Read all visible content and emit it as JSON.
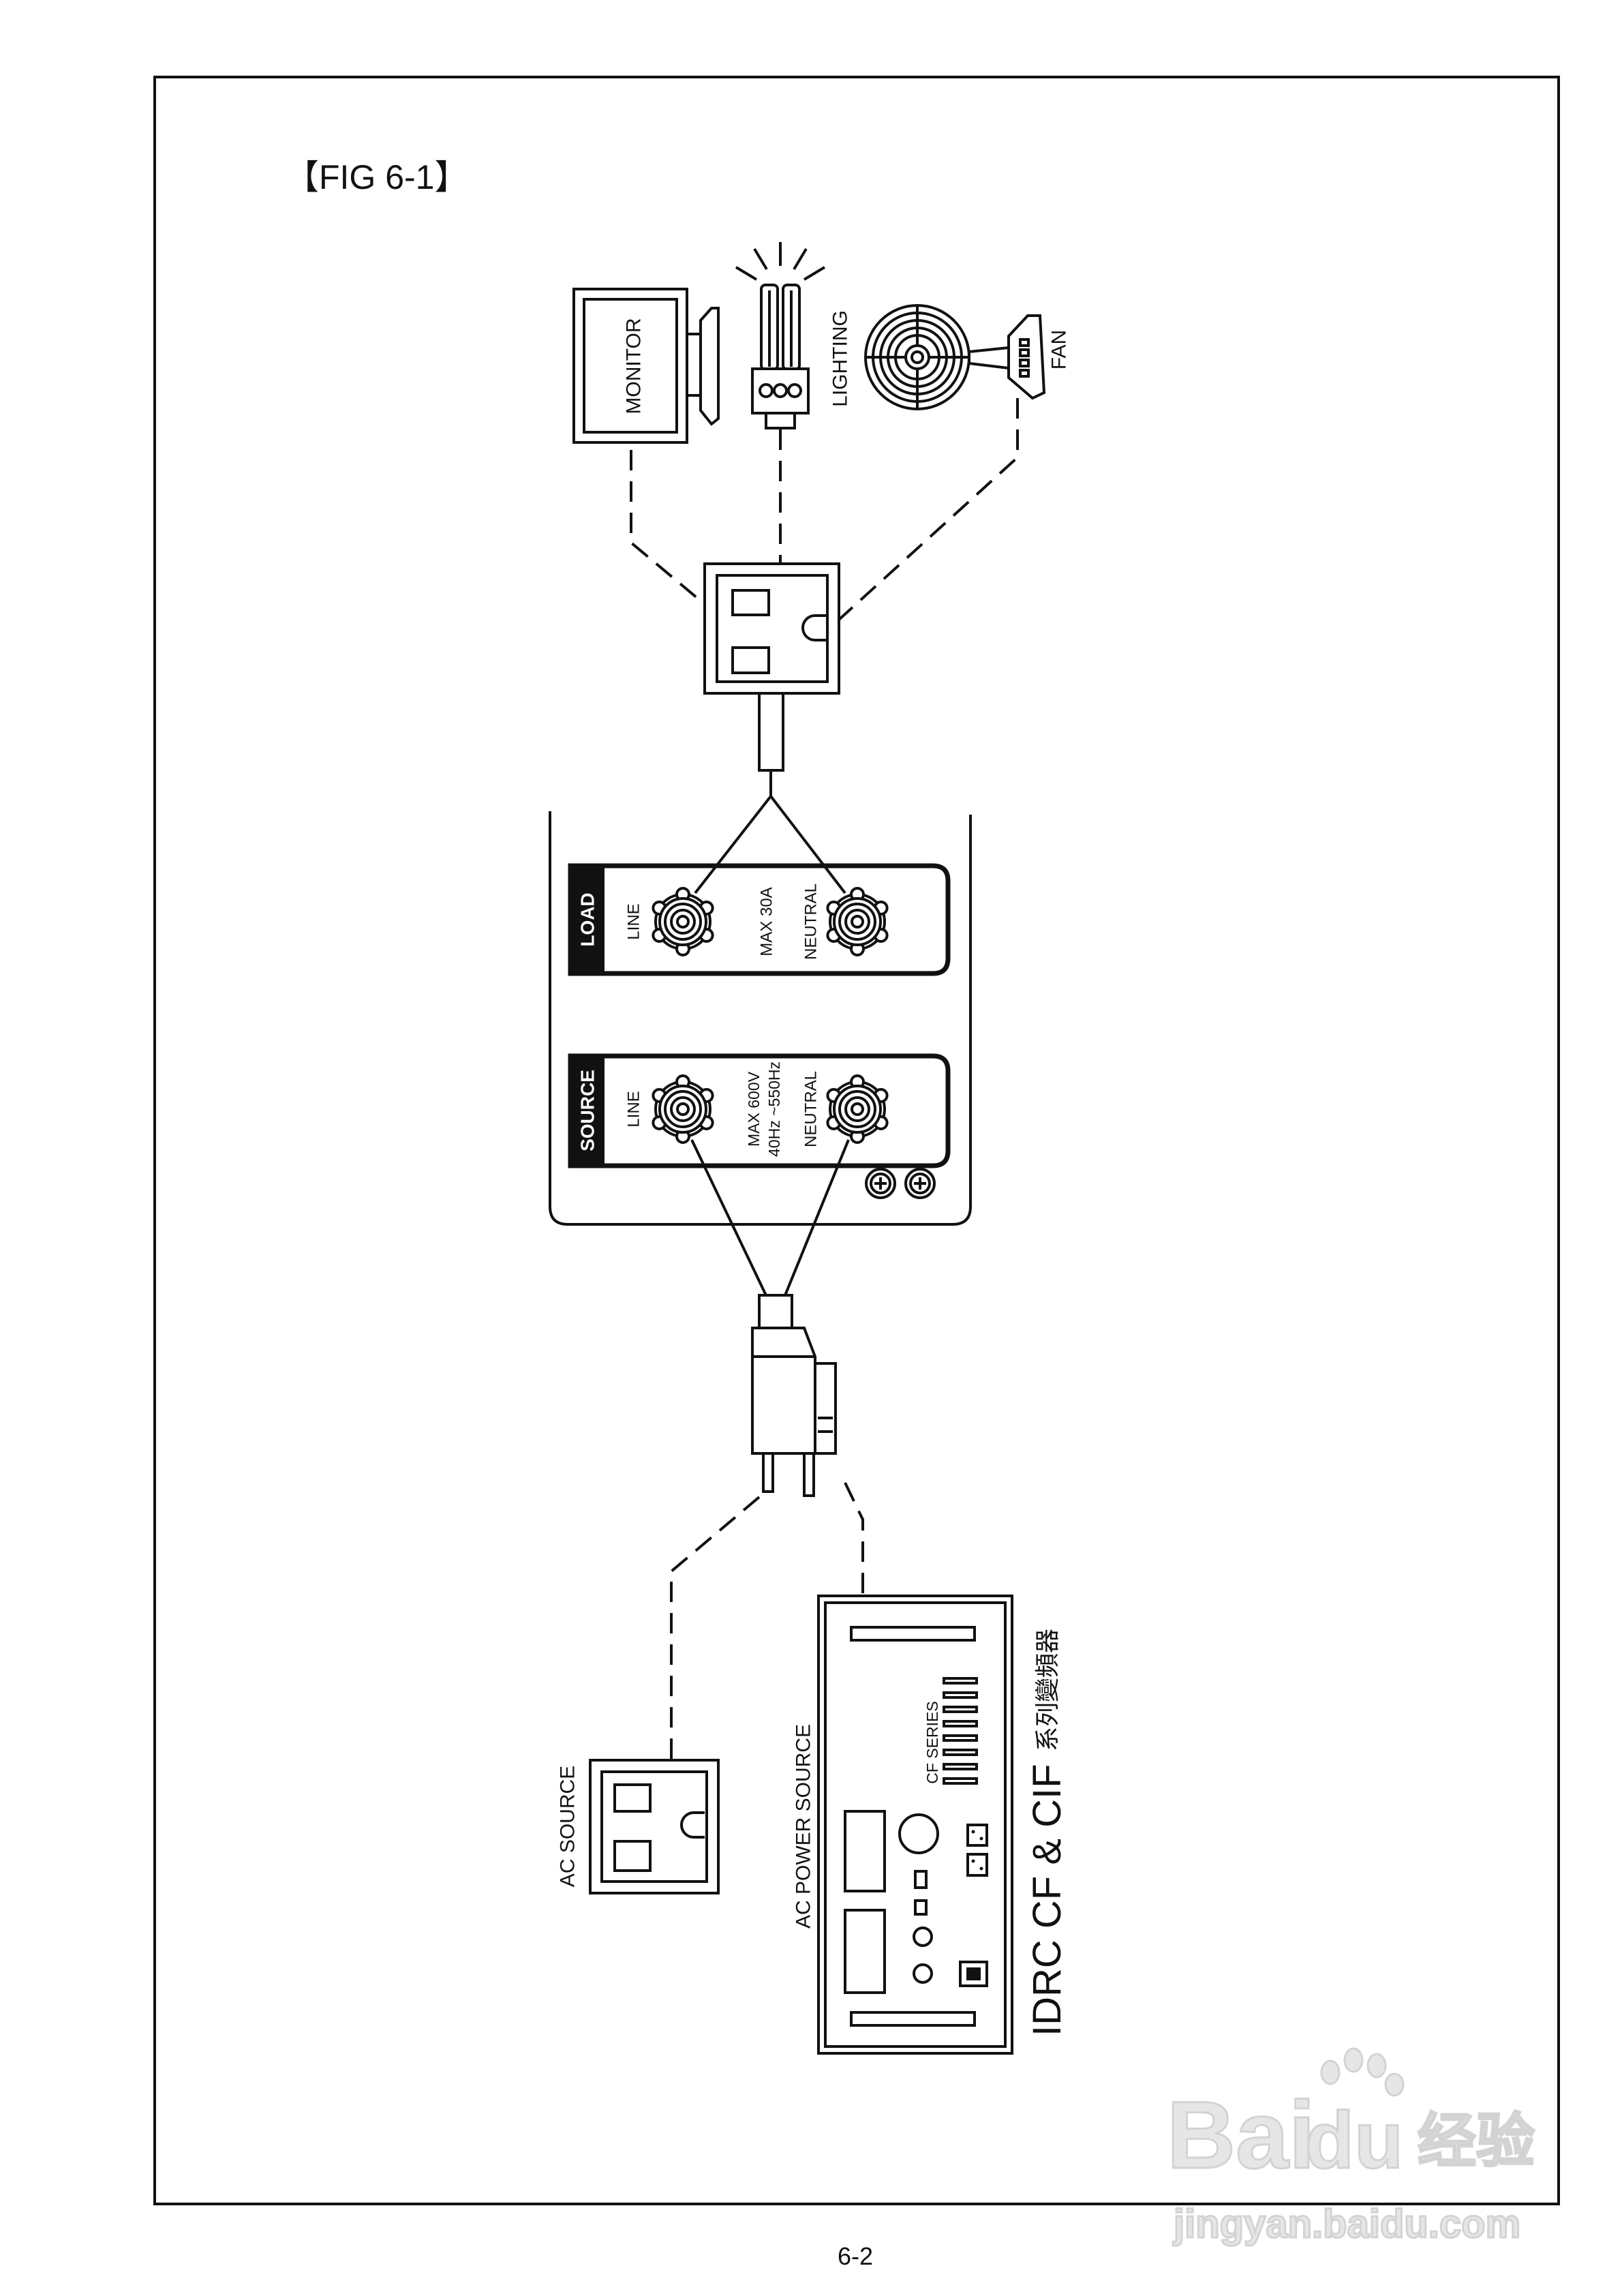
{
  "figure": {
    "title": "【FIG 6-1】"
  },
  "page_number": "6-2",
  "loads": {
    "monitor": "MONITOR",
    "lighting": "LIGHTING",
    "fan": "FAN"
  },
  "load_panel": {
    "label": "LOAD",
    "line": "LINE",
    "rating": "MAX 30A",
    "neutral": "NEUTRAL"
  },
  "source_panel": {
    "label": "SOURCE",
    "line": "LINE",
    "max_voltage": "MAX 600V",
    "frequency": "40Hz ~550Hz",
    "neutral": "NEUTRAL"
  },
  "ac_source": {
    "label": "AC SOURCE"
  },
  "power_source": {
    "label": "AC POWER SOURCE",
    "series": "CF SERIES",
    "model_en": "IDRC CF & CIF",
    "model_cn": "系列變頻器"
  },
  "watermark": {
    "brand_left": "Bai",
    "brand_right": "du",
    "brand_cn": "经验",
    "url": "jingyan.baidu.com"
  },
  "colors": {
    "ink": "#111111",
    "paper": "#ffffff",
    "watermark": "#e4e4e4"
  }
}
